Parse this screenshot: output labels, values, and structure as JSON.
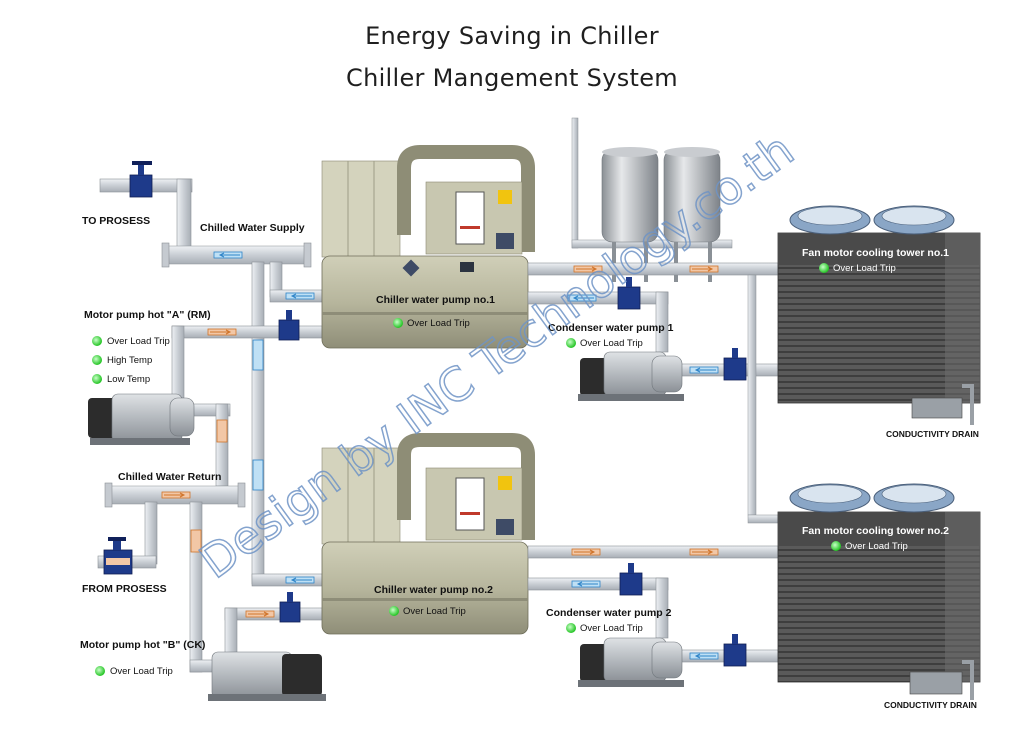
{
  "title": "Energy Saving in Chiller",
  "subtitle": "Chiller Mangement System",
  "watermark": "Design by INC Technology.co.th",
  "labels": {
    "to_process": "TO PROSESS",
    "from_process": "FROM PROSESS",
    "chilled_water_supply": "Chilled Water Supply",
    "chilled_water_return": "Chilled Water Return",
    "motor_pump_a": "Motor pump hot \"A\" (RM)",
    "motor_pump_b": "Motor pump hot \"B\" (CK)",
    "chiller_1": "Chiller water pump no.1",
    "chiller_2": "Chiller water pump no.2",
    "condenser_1": "Condenser water pump 1",
    "condenser_2": "Condenser water pump 2",
    "tower_1": "Fan motor cooling tower no.1",
    "tower_2": "Fan motor cooling tower no.2",
    "drain_1": "CONDUCTIVITY DRAIN",
    "drain_2": "CONDUCTIVITY DRAIN"
  },
  "status": {
    "overload": "Over Load Trip",
    "high_temp": "High Temp",
    "low_temp": "Low Temp"
  },
  "colors": {
    "status_on": "#33dd33",
    "pipe": "#d3d8de",
    "valve": "#1e3a8a",
    "chiller": "#b9b8a0",
    "tower": "#595959",
    "watermark": "#6f94c6"
  }
}
